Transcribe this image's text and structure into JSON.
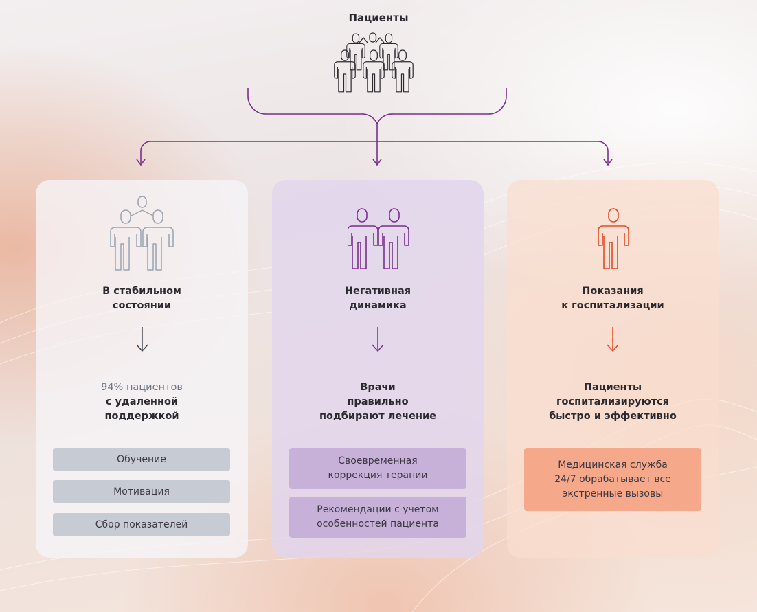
{
  "header": {
    "title": "Пациенты"
  },
  "colors": {
    "purple": "#7a2f8e",
    "gray_icon": "#9aa4b0",
    "orange": "#e44a26",
    "dark": "#2b2930"
  },
  "columns": [
    {
      "icon": "people-two-linked-icon",
      "status_line1": "В стабильном",
      "status_line2": "состоянии",
      "outcome_pct": "94% пациентов",
      "outcome_line2": "с удаленной",
      "outcome_line3": "поддержкой",
      "pills": [
        {
          "line1": "Обучение",
          "line2": ""
        },
        {
          "line1": "Мотивация",
          "line2": ""
        },
        {
          "line1": "Сбор показателей",
          "line2": ""
        }
      ]
    },
    {
      "icon": "people-pair-icon",
      "status_line1": "Негативная",
      "status_line2": "динамика",
      "outcome_line1": "Врачи",
      "outcome_line2": "правильно",
      "outcome_line3": "подбирают лечение",
      "pills": [
        {
          "line1": "Своевременная",
          "line2": "коррекция терапии"
        },
        {
          "line1": "Рекомендации с учетом",
          "line2": "особенностей пациента"
        }
      ]
    },
    {
      "icon": "person-icon",
      "status_line1": "Показания",
      "status_line2": "к госпитализации",
      "outcome_line1": "Пациенты",
      "outcome_line2": "госпитализируются",
      "outcome_line3": "быстро и эффективно",
      "pills": [
        {
          "line1": "Медицинская служба",
          "line2": "24/7 обрабатывает все",
          "line3": "экстренные вызовы"
        }
      ]
    }
  ]
}
